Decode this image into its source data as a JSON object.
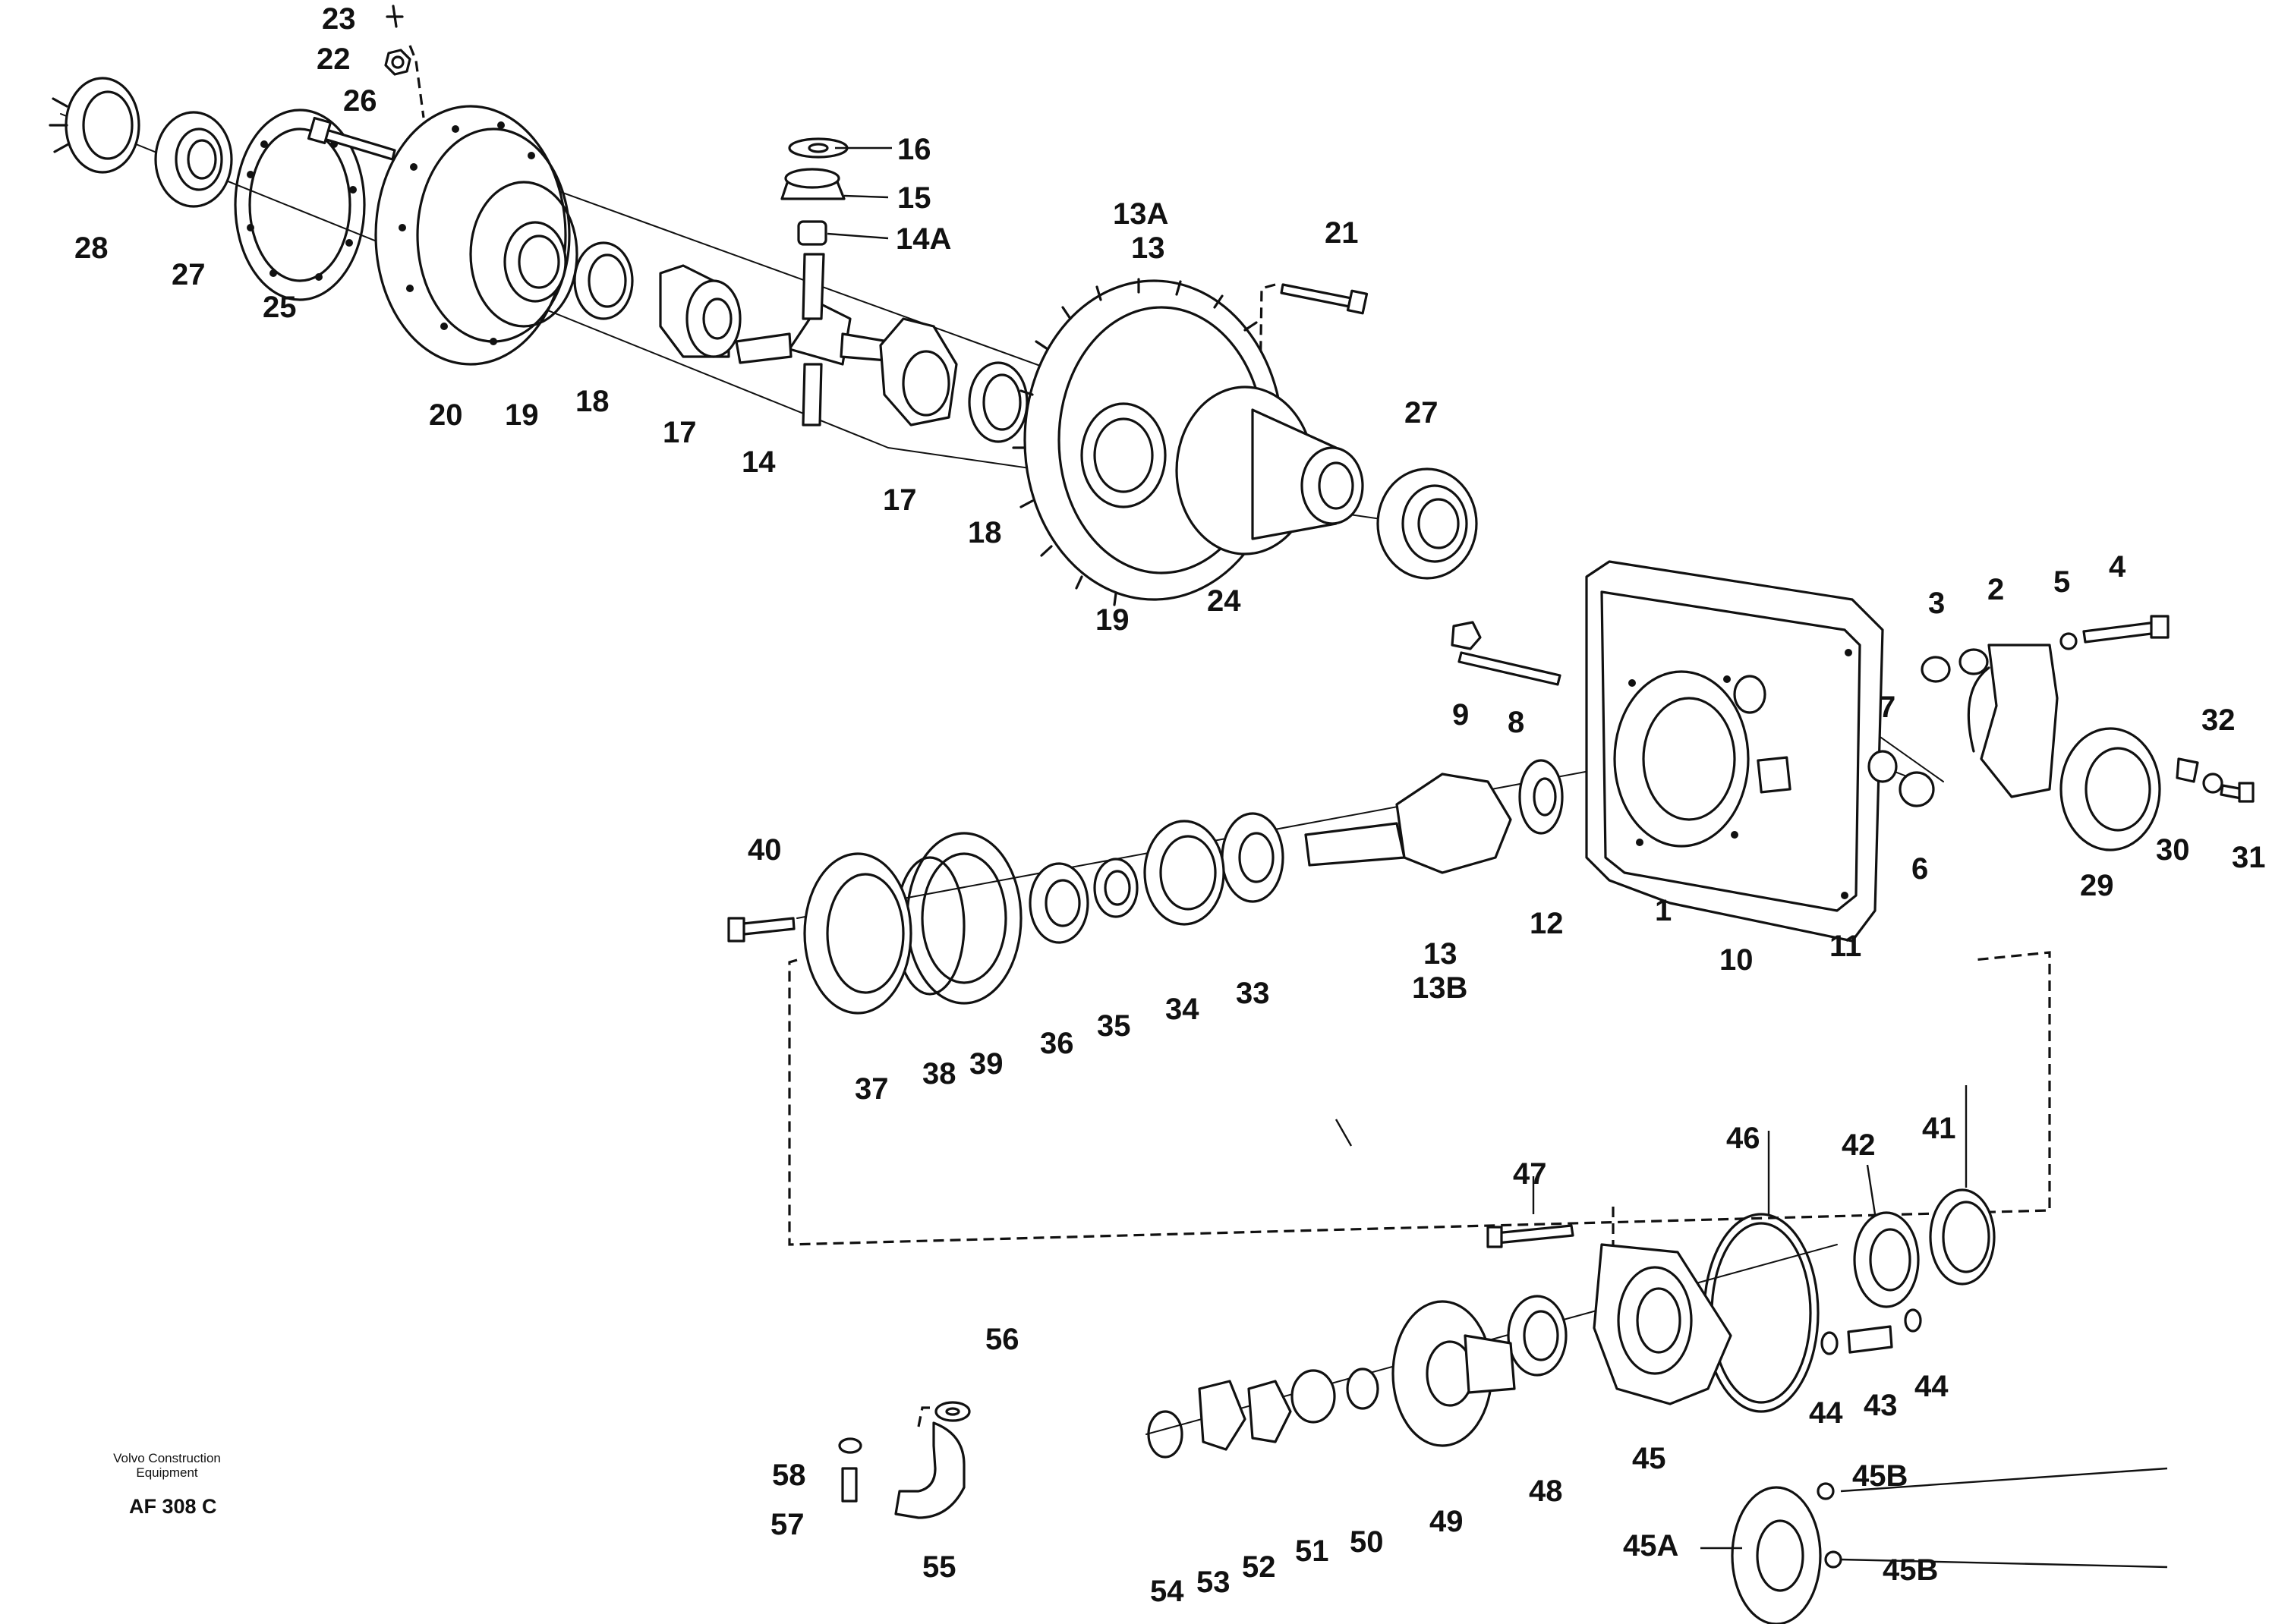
{
  "caption": {
    "brand_line1": "Volvo Construction",
    "brand_line2": "Equipment",
    "code": "AF 308 C"
  },
  "labels": [
    "1",
    "2",
    "3",
    "4",
    "5",
    "6",
    "7",
    "8",
    "9",
    "10",
    "11",
    "12",
    "13",
    "13A",
    "13B",
    "14",
    "14A",
    "15",
    "16",
    "17",
    "18",
    "19",
    "20",
    "21",
    "22",
    "23",
    "24",
    "25",
    "26",
    "27",
    "28",
    "29",
    "30",
    "31",
    "32",
    "33",
    "34",
    "35",
    "36",
    "37",
    "38",
    "39",
    "40",
    "41",
    "42",
    "43",
    "44",
    "45",
    "45A",
    "45B",
    "46",
    "47",
    "48",
    "49",
    "50",
    "51",
    "52",
    "53",
    "54",
    "55",
    "56",
    "57",
    "58"
  ],
  "parts": {
    "final_drive_housing": "1",
    "bearing_cap": "2",
    "sleeve": "3",
    "screw_cap": "4",
    "washer_cap": "5",
    "plug": "6",
    "seal_ring": "7",
    "stud": "8",
    "nut_stud": "9",
    "identification_plate": "10",
    "rivet": "11",
    "pilot_bearing": "12",
    "crown_wheel": "13",
    "crown_wheel_set": "13A",
    "pinion": "13B",
    "spider": "14",
    "sleeve_spider": "14A",
    "differential_pinion": "15",
    "thrust_washer_pinion": "16",
    "side_gear": "17",
    "thrust_washer": "18",
    "bearing_race": "19",
    "differential_housing": "20",
    "screw_crown": "21",
    "lock_nut": "22",
    "bolt_small": "23",
    "differential_housing_half": "24",
    "lock_plate": "25",
    "screw_lock": "26",
    "roller_bearing": "27",
    "adjusting_nut_left": "28",
    "adjusting_nut_right": "29",
    "lock_tab": "30",
    "screw_tab": "31",
    "washer_tab": "32",
    "taper_bearing_inner": "33",
    "bearing_cup": "34",
    "spacer": "35",
    "shim_ring": "36",
    "bearing_housing": "37",
    "shim": "38",
    "gasket": "39",
    "flange_screw": "40",
    "outer_cup": "41",
    "outer_bearing": "42",
    "sleeve_43": "43",
    "seal_44": "44",
    "cover": "45",
    "cover_seal_assy": "45A",
    "cover_screw": "45B",
    "o_ring": "46",
    "cover_bolt": "47",
    "oil_seal": "48",
    "companion_flange": "49",
    "washer_50": "50",
    "nut_51": "51",
    "lock_washer_52": "52",
    "tab_washer_53": "53",
    "circlip_54": "54",
    "breather_pipe": "55",
    "breather_washer": "56",
    "breather_screw": "57",
    "breather_washer_small": "58"
  }
}
